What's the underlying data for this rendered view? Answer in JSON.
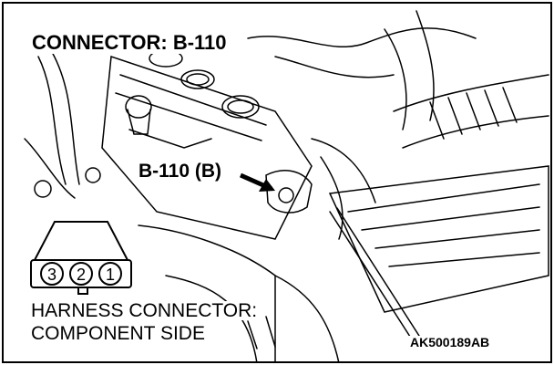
{
  "diagram": {
    "title": "CONNECTOR: B-110",
    "callout": "B-110 (B)",
    "harness_line1": "HARNESS CONNECTOR:",
    "harness_line2": "COMPONENT SIDE",
    "figure_code": "AK500189AB",
    "pins": [
      "3",
      "2",
      "1"
    ]
  }
}
